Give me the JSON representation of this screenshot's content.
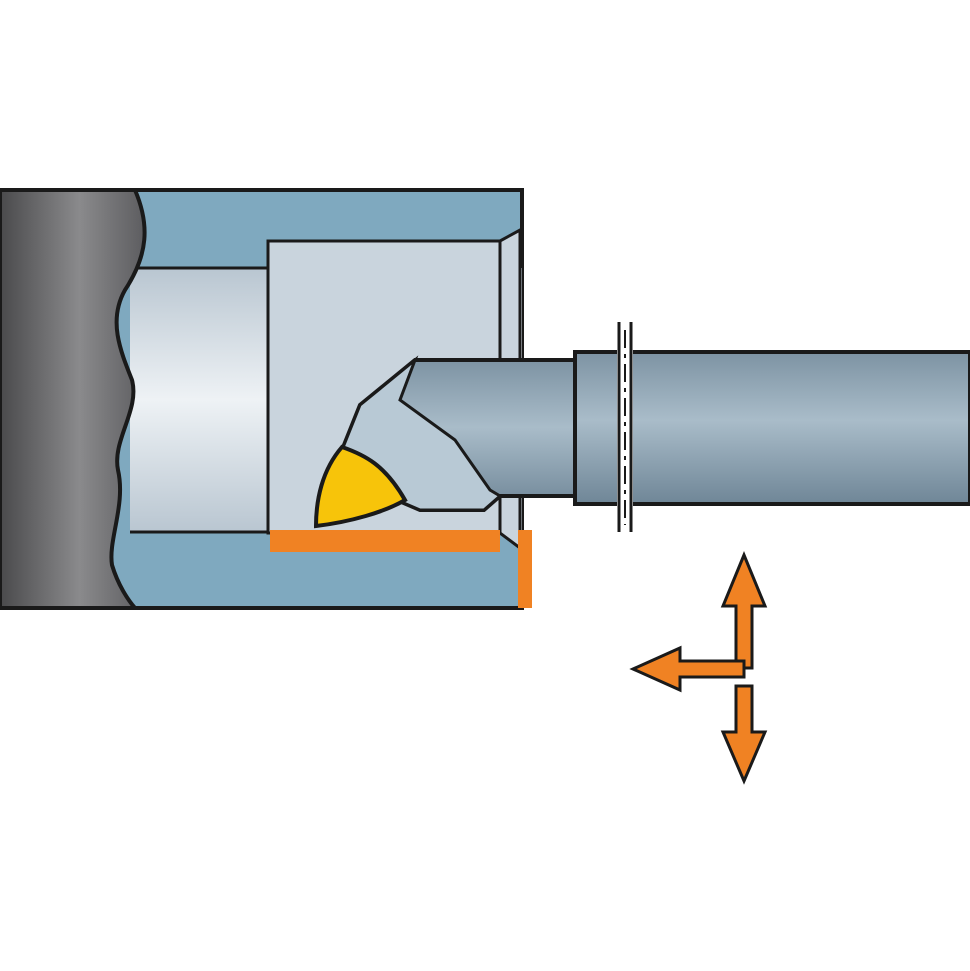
{
  "diagram": {
    "kind": "internal turning tool schematic",
    "colors": {
      "workpiece": "#7fa9bf",
      "workpiece_bore": "#d4dde5",
      "chuck_dark": "#6e6e70",
      "boring_bar": "#8fa3b2",
      "tool_head": "#a8bccb",
      "insert": "#f7c40a",
      "machined_surface": "#f08223",
      "feed_arrows": "#f08223",
      "outline": "#1a1a1a"
    },
    "icons": {
      "insert": "triangular-insert-icon",
      "feed_direction": "feed-direction-arrows-icon"
    },
    "feed_directions": [
      "axial-left",
      "radial-up",
      "radial-down"
    ]
  }
}
